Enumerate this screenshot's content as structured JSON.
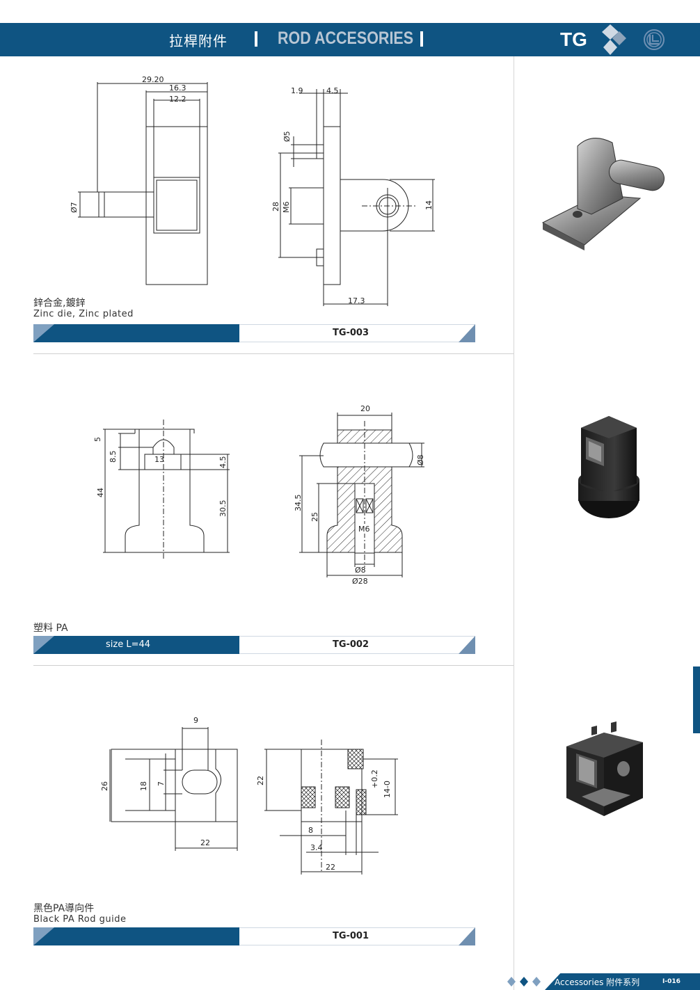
{
  "header": {
    "title_zh": "拉桿附件",
    "title_en": "ROD ACCESORIES",
    "series": "TG",
    "logo_icon": "company-logo-icon"
  },
  "products": [
    {
      "material_zh": "鋅合金,鍍鋅",
      "material_en": "Zinc die, Zinc plated",
      "size": "",
      "code": "TG-003",
      "dims": [
        "29.20",
        "16.3",
        "12.2",
        "Ø7",
        "1.9",
        "4.5",
        "Ø5",
        "28",
        "M6",
        "14",
        "17.3"
      ]
    },
    {
      "material_zh": "塑料 PA",
      "material_en": "",
      "size": "size L=44",
      "code": "TG-002",
      "dims": [
        "5",
        "8.5",
        "13",
        "4.5",
        "44",
        "30.5",
        "20",
        "Ø8",
        "34.5",
        "25",
        "M6",
        "Ø8",
        "Ø28"
      ]
    },
    {
      "material_zh": "黑色PA導向件",
      "material_en": "Black PA Rod guide",
      "size": "",
      "code": "TG-001",
      "dims": [
        "9",
        "26",
        "18",
        "7",
        "22",
        "22",
        "+0.2",
        "14-0",
        "8",
        "3.4",
        "22"
      ]
    }
  ],
  "footer": {
    "label": "Accessories 附件系列",
    "page": "I-016"
  },
  "colors": {
    "brand_blue": "#0f5482",
    "accent_light": "#b8c6d4"
  }
}
